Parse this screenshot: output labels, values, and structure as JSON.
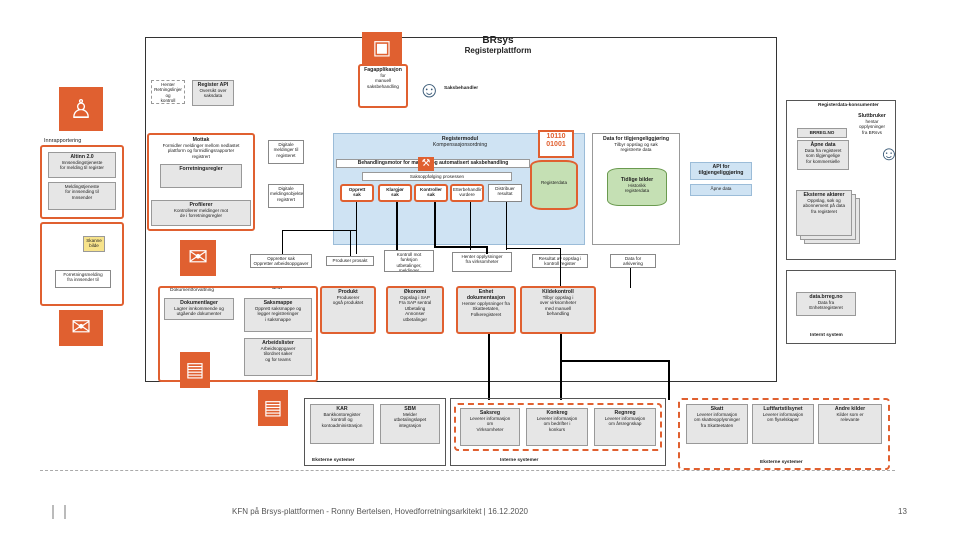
{
  "title": {
    "main": "BRsys",
    "sub": "Registerplattform"
  },
  "icons": {
    "presenter": "presenter-icon",
    "person": "person-icon",
    "mail": "mail-icon",
    "document": "document-icon",
    "user": "user-icon"
  },
  "colors": {
    "accent": "#e06030",
    "module": "#cfe3f3",
    "green": "#c5e0b4"
  },
  "left": {
    "innrapportering": "Innrapportering",
    "altinn": "Altinn 2.0",
    "altinn_desc": "Innsendingstjeneste\nfor melding til register",
    "meld": "Meldingstjeneste\nfor innsending til\nInnsender",
    "skanning": "Skanne\nbilde",
    "forretningsmelding": "Forretningsmelding\nfra innsender til"
  },
  "top": {
    "note": "Henter\nRetningslinjer og\nkontroll",
    "register_api": "Register API",
    "register_api_desc": "Oversikt over\nsaksdata",
    "fagapp": "Fagapplikasjon",
    "fagapp_desc": "for\nmanuell\nsaksbehandling",
    "saksbehandler": "Saksbehandler"
  },
  "mottak": {
    "title": "Mottak",
    "desc": "Formidler meldinger mellom nedlastet\nplattform og formidlingsrapporter\nregistrert",
    "forretningsregler": "Forretningsregler",
    "profilerer": "Profilerer",
    "profilerer_desc": "Kontrollerer meldinger mot\nde i forretningsregler"
  },
  "digitale": [
    {
      "title": "Digitale\nmeldinger til",
      "desc": "registeret"
    },
    {
      "title": "Digitale",
      "desc": "meldingsobjekter\nregistrert"
    }
  ],
  "modul": {
    "title": "Registermodul",
    "sub": "Kompensasjonsordning",
    "behandling": "Behandlingsmotor for manuell og automatisert saksbehandling",
    "saksoppf": "Saksoppfølging",
    "prosessen": "prosessen",
    "steps": [
      "Opprett\nsak",
      "Klargjør\nsak",
      "Kontroller\nsak",
      "Etterbehandling\nvurdere",
      "Distribuer\nresultat"
    ],
    "registerdata": "Registerdata",
    "binary": "10110\n01001"
  },
  "tilgj": {
    "title": "Data for tilgjengeliggjøring",
    "desc": "Tilbyr oppslag og søk\nregistrerte data",
    "tidlige": "Tidlige bilder",
    "tidlige_desc": "Historikk\nregisterdata"
  },
  "api": {
    "title": "API for\ntilgjengeliggjøring",
    "apne": "Åpne data"
  },
  "konsument": {
    "header": "Registerdata-konsumenter",
    "sluttbruker": "Sluttbruker",
    "sluttbruker_desc": "hentar opplysninger\nfra BRsys",
    "brreg": "BRREG.NO",
    "apne": "Åpne data",
    "apne_desc": "Data fra registeret\nsom tilgjengelige\nfor kommersielle",
    "eksterne": "Eksterne aktører",
    "eksterne_desc": "Oppslag, søk og\nabonnement på data\nfra registeret"
  },
  "intern": {
    "databrreg": "data.brreg.no",
    "databrreg_desc": "Data fra\nEnhetsregisteret",
    "label": "Internt system"
  },
  "mid": {
    "opprett": "Oppretter sak\nOppretter arbeidsoppgaver",
    "produser": "Produser prosakt",
    "kontroll": "Kontroll mot\nfunksjon\nutbetalinger, meldinger",
    "henter": "Henter opplysninger\nfra virksomheter",
    "resultat": "Resultat av oppslag i\nkontroll register",
    "dataarkiv": "Data for\narkivering"
  },
  "sak": "SAK",
  "dokumentforvaltning": "Dokumentforvaltning",
  "dok": {
    "title": "Dokumentlager",
    "desc": "Lagrer innkommende og\nutgående dokumenter"
  },
  "saksmappe": {
    "title": "Saksmappe",
    "desc": "Opprett saksmappe og\nlegger registreringer\ni saksmappe"
  },
  "arbeidslister": {
    "title": "Arbeidslister",
    "desc": "Arbeidsoppgaver\ntilordnet saker\nog for teams"
  },
  "produkt": {
    "title": "Produkt",
    "desc": "Produserer\nogså produktet"
  },
  "skonomi": {
    "title": "Økonomi",
    "desc": "Oppslag i SAP\nFra SAP sentral\nUtbetaling\nAnnonser\nutbetalinger"
  },
  "enhet": {
    "title": "Enhet dokumentasjon",
    "desc": "Henter opplysninger fra\nSkatteetaten,\nFolkeregisteret"
  },
  "kildekontroll": {
    "title": "Kildekontroll",
    "desc": "Tilbyr oppslag i\nover virksomheter\nmed manuell\nbehandling"
  },
  "eksterne_sys": {
    "label": "Eksterne systemer",
    "kar": "KAR",
    "kar_desc": "Bankkontoregister\nkontroll og\nkontoadministrasjon",
    "sbm": "SBM",
    "sbm_desc": "Melder\nutbetalingsløpet\nintegrasjon"
  },
  "interne_sys": {
    "label": "Interne systemer",
    "sakreg": "Saksreg",
    "sakreg_desc": "Leverer informasjon\nom\nVirksomheter",
    "konkreg": "Konkreg",
    "konkreg_desc": "Leverer informasjon\nom bedrifter i\nkonkurs",
    "regnreg": "Regnreg",
    "regnreg_desc": "Leverer informasjon\nom årsregnskap"
  },
  "eksterne2": {
    "label": "Eksterne systemer",
    "skatt": "Skatt",
    "skatt_desc": "Leverer informasjon\nom skatteopplysninger\nfra Skatteetaten",
    "luftfart": "Luftfartstilsynet",
    "luftfart_desc": "Leverer informasjon\nom flyselskaper",
    "andre": "Andre kilder",
    "andre_desc": "Kilder som er\nrelevante"
  },
  "footer": {
    "text": "KFN på Brsys-plattformen - Ronny Bertelsen, Hovedforretningsarkitekt | 16.12.2020",
    "page": "13"
  }
}
